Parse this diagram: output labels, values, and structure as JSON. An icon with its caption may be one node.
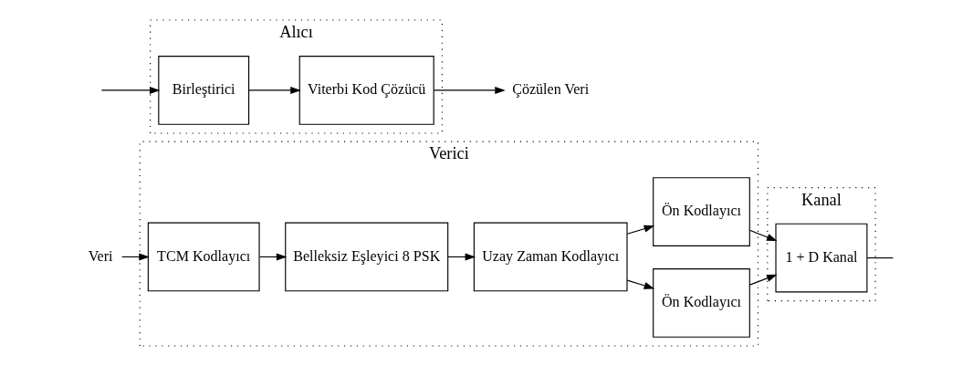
{
  "diagram": {
    "nodes": [
      {
        "text": [
          "Verici"
        ]
      },
      {
        "text": [
          "TCM Kodlayıcı"
        ],
        "in": 0
      },
      {
        "text": [
          "Belleksiz Eşleyici 8 PSK"
        ],
        "in": 0
      },
      {
        "text": [
          "Uzay Zaman Kodlayıcı"
        ],
        "in": 0
      },
      {
        "text": [
          "Ön Kodlayıcı"
        ],
        "in": 0
      },
      {
        "text": [
          "Ön Kodlayıcı"
        ],
        "in": 0
      },
      {
        "text": [
          "Kanal"
        ]
      },
      {
        "text": [
          "1 + D Kanal"
        ],
        "in": 6
      },
      {
        "text": [
          "Veri"
        ]
      },
      {
        "text": [
          "Alıcı"
        ]
      },
      {
        "text": [
          "Birleştirici"
        ],
        "in": 9
      },
      {
        "text": [
          "Viterbi Kod Çözücü"
        ],
        "in": 9
      },
      {
        "text": [
          "Çözülen Veri"
        ]
      }
    ],
    "edges": [
      {
        "from": 8,
        "to": 1,
        "arrow": "to"
      },
      {
        "from": 1,
        "to": 2,
        "arrow": "to"
      },
      {
        "from": 2,
        "to": 3,
        "arrow": "to"
      },
      {
        "from": 3,
        "to": 4,
        "arrow": "to"
      },
      {
        "from": 3,
        "to": 5,
        "arrow": "to"
      },
      {
        "from": 4,
        "to": 7,
        "arrow": "to"
      },
      {
        "from": 5,
        "to": 7,
        "arrow": "to"
      },
      {
        "from": 7,
        "to": null,
        "arrow": "none"
      },
      {
        "from": null,
        "to": 10,
        "arrow": "to"
      },
      {
        "from": 10,
        "to": 11,
        "arrow": "to"
      },
      {
        "from": 11,
        "to": 12,
        "arrow": "to"
      }
    ]
  }
}
